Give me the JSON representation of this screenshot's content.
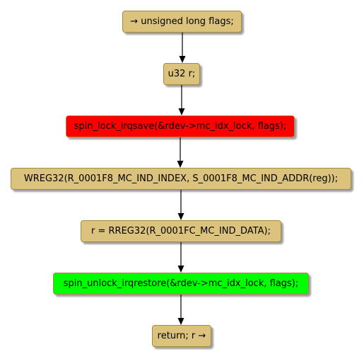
{
  "diagram": {
    "colors": {
      "default_fill": "#dbc27d",
      "default_border": "#a68b45",
      "lock_fill": "#ff0000",
      "unlock_fill": "#00ff00",
      "edge": "#000000"
    },
    "nodes": [
      {
        "id": "start",
        "text": "→ unsigned long flags;",
        "fill": "#dbc27d"
      },
      {
        "id": "u32",
        "text": "u32 r;",
        "fill": "#dbc27d"
      },
      {
        "id": "lock",
        "text": "spin_lock_irqsave(&rdev->mc_idx_lock, flags);",
        "fill": "#ff0000"
      },
      {
        "id": "wreg",
        "text": "WREG32(R_0001F8_MC_IND_INDEX, S_0001F8_MC_IND_ADDR(reg));",
        "fill": "#dbc27d"
      },
      {
        "id": "rreg",
        "text": "r = RREG32(R_0001FC_MC_IND_DATA);",
        "fill": "#dbc27d"
      },
      {
        "id": "unlock",
        "text": "spin_unlock_irqrestore(&rdev->mc_idx_lock, flags);",
        "fill": "#00ff00"
      },
      {
        "id": "return",
        "text": "return; r →",
        "fill": "#dbc27d"
      }
    ],
    "edges": [
      {
        "from": "start",
        "to": "u32"
      },
      {
        "from": "u32",
        "to": "lock"
      },
      {
        "from": "lock",
        "to": "wreg"
      },
      {
        "from": "wreg",
        "to": "rreg"
      },
      {
        "from": "rreg",
        "to": "unlock"
      },
      {
        "from": "unlock",
        "to": "return"
      }
    ]
  }
}
